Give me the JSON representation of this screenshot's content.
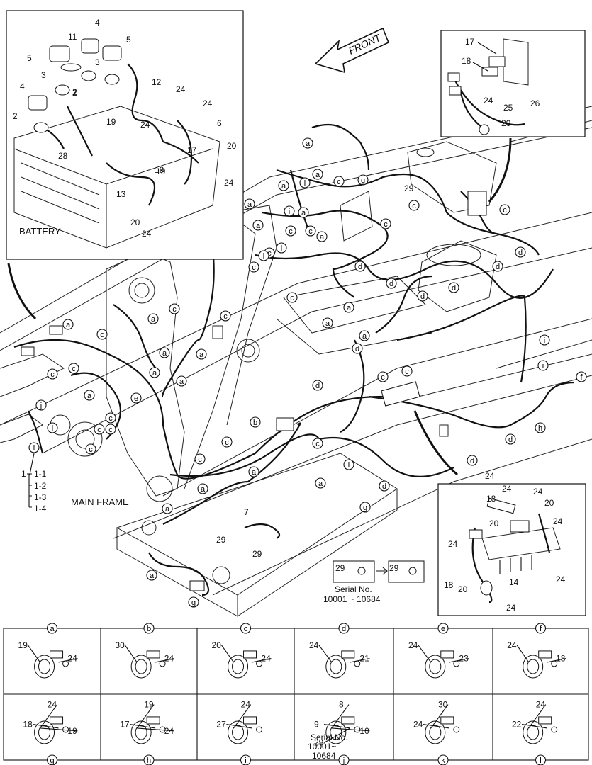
{
  "front_label": "FRONT",
  "main_frame_label": "MAIN FRAME",
  "battery_label": "BATTERY",
  "assembly": {
    "main": "1",
    "subs": [
      "1-1",
      "1-2",
      "1-3",
      "1-4"
    ]
  },
  "serial_note": {
    "line1": "Serial No.",
    "line2": "10001 ~ 10684"
  },
  "serial_note_j": {
    "line1": "Serial No.",
    "line2": "10001~",
    "line3": "10684"
  },
  "clamp_codes": [
    "a",
    "b",
    "c",
    "d",
    "e",
    "f",
    "g",
    "h",
    "i",
    "j",
    "k",
    "l"
  ],
  "battery_inset_numbers": [
    "4",
    "11",
    "5",
    "5",
    "3",
    "2",
    "2",
    "3",
    "4",
    "12",
    "24",
    "24",
    "2",
    "19",
    "24",
    "17",
    "6",
    "20",
    "28",
    "19",
    "13",
    "19",
    "24",
    "20",
    "24"
  ],
  "upper_right_inset_numbers": [
    "17",
    "18",
    "24",
    "25",
    "26",
    "20"
  ],
  "lower_right_inset_numbers": [
    "24",
    "24",
    "18",
    "24",
    "20",
    "20",
    "24",
    "24",
    "14",
    "24",
    "18",
    "20",
    "24"
  ],
  "main_numbers": [
    "29",
    "29",
    "7",
    "29",
    "29",
    "29"
  ],
  "detail_boxes": [
    {
      "code": "a",
      "parts": [
        "19",
        "24"
      ]
    },
    {
      "code": "b",
      "parts": [
        "30",
        "24"
      ]
    },
    {
      "code": "c",
      "parts": [
        "20",
        "24"
      ]
    },
    {
      "code": "d",
      "parts": [
        "24",
        "21"
      ]
    },
    {
      "code": "e",
      "parts": [
        "24",
        "23"
      ]
    },
    {
      "code": "f",
      "parts": [
        "24",
        "18"
      ]
    },
    {
      "code": "g",
      "parts": [
        "24",
        "18",
        "19"
      ]
    },
    {
      "code": "h",
      "parts": [
        "19",
        "17",
        "24"
      ]
    },
    {
      "code": "i",
      "parts": [
        "24",
        "27"
      ]
    },
    {
      "code": "j",
      "parts": [
        "8",
        "9",
        "10",
        "29"
      ]
    },
    {
      "code": "k",
      "parts": [
        "30",
        "24"
      ]
    },
    {
      "code": "l",
      "parts": [
        "24",
        "22"
      ]
    }
  ]
}
